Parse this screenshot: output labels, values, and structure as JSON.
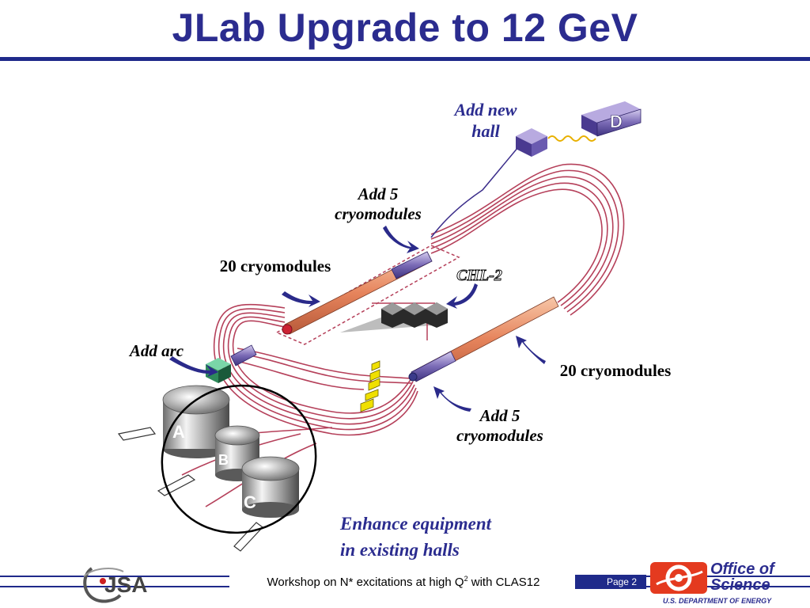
{
  "title": "JLab Upgrade to 12 GeV",
  "labels": {
    "add_new_hall_1": "Add new",
    "add_new_hall_2": "hall",
    "hall_d": "D",
    "add5_top_1": "Add 5",
    "add5_top_2": "cryomodules",
    "cryo20_top": "20 cryomodules",
    "chl2": "CHL-2",
    "add_arc": "Add arc",
    "cryo20_right": "20 cryomodules",
    "add5_bottom_1": "Add 5",
    "add5_bottom_2": "cryomodules",
    "hall_a": "A",
    "hall_b": "B",
    "hall_c": "C",
    "enhance_1": "Enhance equipment",
    "enhance_2": "in existing halls"
  },
  "footer": {
    "workshop_pre": "Workshop on N* excitations at high Q",
    "workshop_sup": "2",
    "workshop_post": " with CLAS12",
    "page": "Page 2",
    "logo_left": "JSA",
    "office_line1": "Office of",
    "office_line2": "Science",
    "office_sub": "U.S. DEPARTMENT OF ENERGY"
  },
  "colors": {
    "title": "#2b2c8f",
    "rule": "#1f2a8a",
    "arc": "#b5405a",
    "linac": "#e8946e",
    "label_blue": "#2b2c8f",
    "arrow": "#2a2a8a"
  }
}
